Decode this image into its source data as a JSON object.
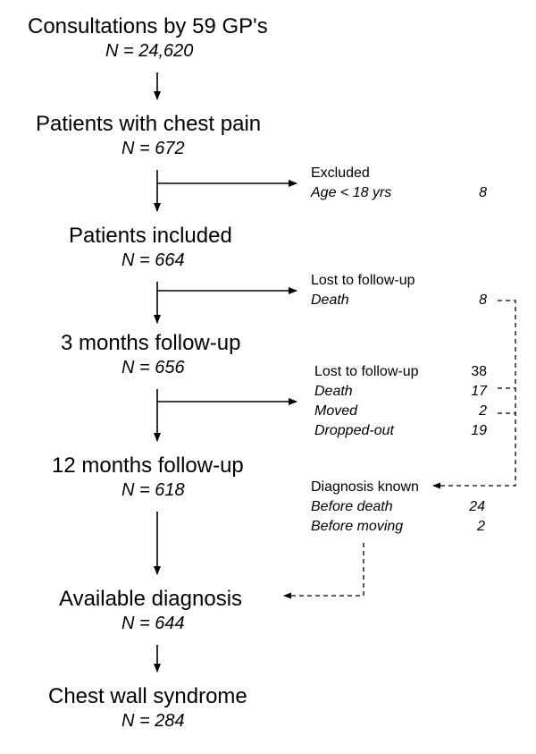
{
  "stages": [
    {
      "title": "Consultations by 59 GP's",
      "n": "N = 24,620"
    },
    {
      "title": "Patients with chest pain",
      "n": "N = 672"
    },
    {
      "title": "Patients included",
      "n": "N = 664"
    },
    {
      "title": "3 months follow-up",
      "n": "N = 656"
    },
    {
      "title": "12 months follow-up",
      "n": "N = 618"
    },
    {
      "title": "Available diagnosis",
      "n": "N = 644"
    },
    {
      "title": "Chest wall syndrome",
      "n": "N = 284"
    }
  ],
  "excluded": {
    "heading": "Excluded",
    "rows": [
      {
        "label": "Age < 18 yrs",
        "value": "8"
      }
    ]
  },
  "lost1": {
    "heading": "Lost to follow-up",
    "rows": [
      {
        "label": "Death",
        "value": "8"
      }
    ]
  },
  "lost2": {
    "heading": "Lost to follow-up",
    "heading_value": "38",
    "rows": [
      {
        "label": "Death",
        "value": "17"
      },
      {
        "label": "Moved",
        "value": "2"
      },
      {
        "label": "Dropped-out",
        "value": "19"
      }
    ]
  },
  "diagnosis_known": {
    "heading": "Diagnosis known",
    "rows": [
      {
        "label": "Before death",
        "value": "24"
      },
      {
        "label": "Before moving",
        "value": "2"
      }
    ]
  }
}
